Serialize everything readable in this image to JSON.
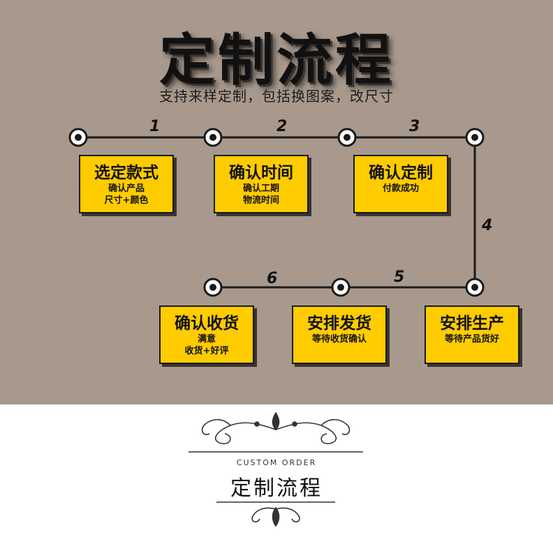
{
  "header": {
    "title": "定制流程",
    "subtitle": "支持来样定制，包括换图案，改尺寸"
  },
  "steps": [
    "1",
    "2",
    "3",
    "4",
    "5",
    "6"
  ],
  "boxes": [
    {
      "title": "选定款式",
      "lines": [
        "确认产品",
        "尺寸+颜色"
      ]
    },
    {
      "title": "确认时间",
      "lines": [
        "确认工期",
        "物流时间"
      ]
    },
    {
      "title": "确认定制",
      "lines": [
        "付款成功"
      ]
    },
    {
      "title": "确认收货",
      "lines": [
        "满意",
        "收货+好评"
      ]
    },
    {
      "title": "安排发货",
      "lines": [
        "等待收货确认"
      ]
    },
    {
      "title": "安排生产",
      "lines": [
        "等待产品货好"
      ]
    }
  ],
  "footer": {
    "caption": "CUSTOM ORDER",
    "title": "定制流程"
  },
  "colors": {
    "panel": "#a8998c",
    "box": "#ffcc00",
    "line": "#1a1a1a"
  }
}
